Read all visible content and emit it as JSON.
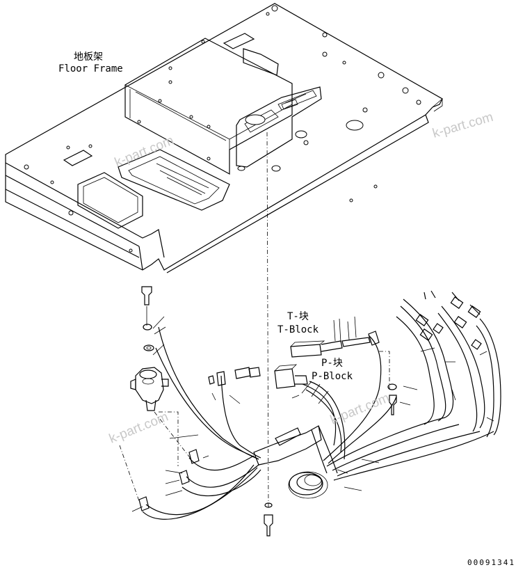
{
  "labels": {
    "floor_frame_cn": "地板架",
    "floor_frame_en": "Floor Frame",
    "t_block_cn": "T-块",
    "t_block_en": "T-Block",
    "p_block_cn": "P-块",
    "p_block_en": "P-Block"
  },
  "watermarks": [
    "k-part.com",
    "k-part.com",
    "k-part.com",
    "k-part.com"
  ],
  "drawing_number": "00091341"
}
